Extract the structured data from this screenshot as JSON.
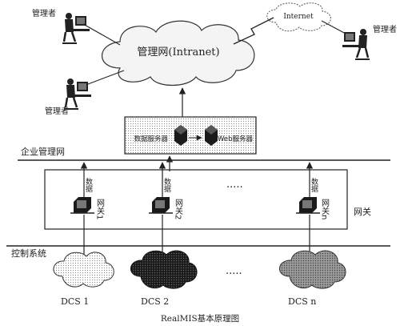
{
  "networks": {
    "intranet_label": "管理网(Intranet)",
    "internet_label": "Internet",
    "enterprise_label": "企业管理网",
    "control_label": "控制系统"
  },
  "managers": {
    "top_left": "管理者",
    "mid_left": "管理者",
    "right": "管理者"
  },
  "servers": {
    "data_server": "数据服务器",
    "web_server": "Web服务器"
  },
  "gateways": {
    "region_label": "网关",
    "data_label": "数据",
    "items": [
      {
        "label": "网关1"
      },
      {
        "label": "网关2"
      },
      {
        "label": "网关n"
      }
    ],
    "ellipsis": "·····"
  },
  "dcs": {
    "items": [
      {
        "label": "DCS 1"
      },
      {
        "label": "DCS 2"
      },
      {
        "label": "DCS n"
      }
    ],
    "ellipsis": "·····"
  },
  "caption": "RealMIS基本原理图"
}
